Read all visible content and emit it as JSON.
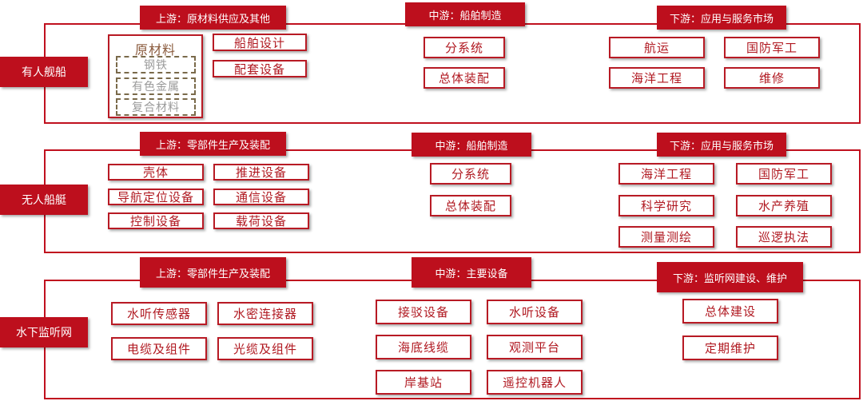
{
  "rows": {
    "manned": {
      "label": "有人舰船",
      "upstream": {
        "header": "上游：原材料供应及其他",
        "raw_materials": {
          "title": "原材料",
          "items": [
            "钢铁",
            "有色金属",
            "复合材料"
          ]
        },
        "items": [
          "船舶设计",
          "配套设备"
        ]
      },
      "midstream": {
        "header": "中游：船舶制造",
        "items": [
          "分系统",
          "总体装配"
        ]
      },
      "downstream": {
        "header": "下游：应用与服务市场",
        "items": [
          "航运",
          "国防军工",
          "海洋工程",
          "维修"
        ]
      }
    },
    "unmanned": {
      "label": "无人船艇",
      "upstream": {
        "header": "上游：零部件生产及装配",
        "items": [
          "壳体",
          "推进设备",
          "导航定位设备",
          "通信设备",
          "控制设备",
          "载荷设备"
        ]
      },
      "midstream": {
        "header": "中游：船舶制造",
        "items": [
          "分系统",
          "总体装配"
        ]
      },
      "downstream": {
        "header": "下游：应用与服务市场",
        "items": [
          "海洋工程",
          "国防军工",
          "科学研究",
          "水产养殖",
          "测量测绘",
          "巡逻执法"
        ]
      }
    },
    "underwater": {
      "label": "水下监听网",
      "upstream": {
        "header": "上游：零部件生产及装配",
        "items": [
          "水听传感器",
          "水密连接器",
          "电缆及组件",
          "光缆及组件"
        ]
      },
      "midstream": {
        "header": "中游：主要设备",
        "items": [
          "接驳设备",
          "水听设备",
          "海底线缆",
          "观测平台",
          "岸基站",
          "遥控机器人"
        ]
      },
      "downstream": {
        "header": "下游：监听网建设、维护",
        "items": [
          "总体建设",
          "定期维护"
        ]
      }
    }
  }
}
